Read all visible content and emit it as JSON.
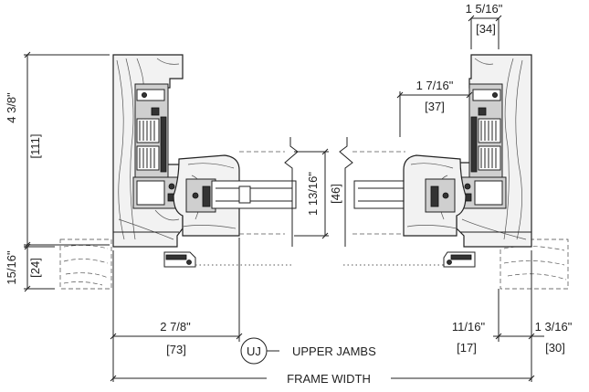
{
  "dimensions": {
    "top_right": {
      "fraction": "1 5/16\"",
      "mm": "[34]"
    },
    "left_height": {
      "fraction": "4 3/8\"",
      "mm": "[111]"
    },
    "right_inner": {
      "fraction": "1 7/16\"",
      "mm": "[37]"
    },
    "sash_depth": {
      "fraction": "1 13/16\"",
      "mm": "[46]"
    },
    "left_bottom": {
      "fraction": "15/16\"",
      "mm": "[24]"
    },
    "bottom_left": {
      "fraction": "2 7/8\"",
      "mm": "[73]"
    },
    "bottom_mid_right": {
      "fraction": "11/16\"",
      "mm": "[17]"
    },
    "bottom_right": {
      "fraction": "1 3/16\"",
      "mm": "[30]"
    }
  },
  "labels": {
    "callout_code": "UJ",
    "callout_text": "UPPER JAMBS",
    "frame_width": "FRAME WIDTH"
  }
}
